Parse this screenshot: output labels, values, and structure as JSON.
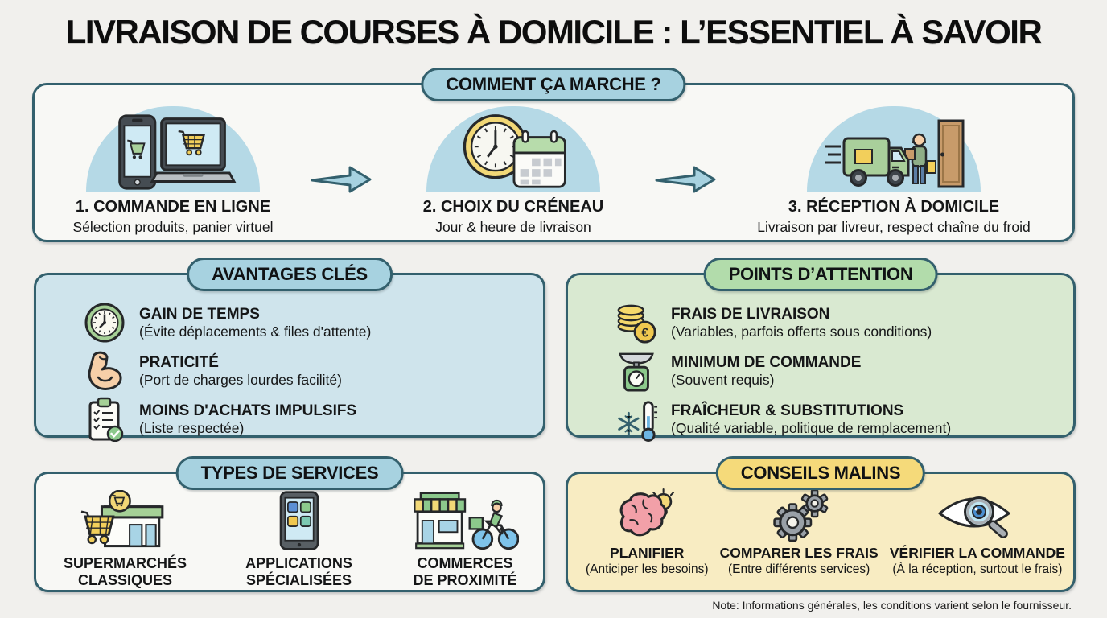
{
  "palette": {
    "ink_border": "#33606d",
    "badge_blue": "#a7d2e0",
    "badge_green": "#b2dcab",
    "badge_yellow": "#f5da7a",
    "panel_blue": "#cfe4ec",
    "panel_green": "#d9e9d1",
    "panel_yellow": "#f8ecc2",
    "panel_white": "#f8f8f5",
    "dome_blue": "#b5d9e6",
    "background": "#f1f0ed"
  },
  "title": "LIVRAISON DE COURSES À DOMICILE : L’ESSENTIEL À SAVOIR",
  "how": {
    "header": "COMMENT ÇA MARCHE ?",
    "steps": [
      {
        "title": "1. COMMANDE EN LIGNE",
        "subtitle": "Sélection produits, panier virtuel",
        "icon": "phone-laptop-cart"
      },
      {
        "title": "2. CHOIX DU CRÉNEAU",
        "subtitle": "Jour & heure de livraison",
        "icon": "clock-calendar"
      },
      {
        "title": "3. RÉCEPTION À DOMICILE",
        "subtitle": "Livraison par livreur, respect chaîne du froid",
        "icon": "delivery-van-door"
      }
    ]
  },
  "advantages": {
    "header": "AVANTAGES CLÉS",
    "items": [
      {
        "title": "GAIN DE TEMPS",
        "subtitle": "(Évite déplacements & files d'attente)",
        "icon": "clock"
      },
      {
        "title": "PRATICITÉ",
        "subtitle": "(Port de charges lourdes facilité)",
        "icon": "muscle-arm"
      },
      {
        "title": "MOINS D'ACHATS IMPULSIFS",
        "subtitle": "(Liste respectée)",
        "icon": "checklist"
      }
    ]
  },
  "attention": {
    "header": "POINTS D’ATTENTION",
    "items": [
      {
        "title": "FRAIS DE LIVRAISON",
        "subtitle": "(Variables, parfois offerts sous conditions)",
        "icon": "euro-coins"
      },
      {
        "title": "MINIMUM DE COMMANDE",
        "subtitle": "(Souvent requis)",
        "icon": "kitchen-scale"
      },
      {
        "title": "FRAÎCHEUR & SUBSTITUTIONS",
        "subtitle": "(Qualité variable, politique de remplacement)",
        "icon": "snowflake-thermometer"
      }
    ]
  },
  "services": {
    "header": "TYPES DE SERVICES",
    "items": [
      {
        "line1": "SUPERMARCHÉS",
        "line2": "CLASSIQUES",
        "icon": "supermarket-cart"
      },
      {
        "line1": "APPLICATIONS",
        "line2": "SPÉCIALISÉES",
        "icon": "tablet-apps"
      },
      {
        "line1": "COMMERCES",
        "line2": "DE PROXIMITÉ",
        "icon": "shop-bike-courier"
      }
    ]
  },
  "tips": {
    "header": "CONSEILS MALINS",
    "items": [
      {
        "title": "PLANIFIER",
        "subtitle": "(Anticiper les besoins)",
        "icon": "brain-lightbulb"
      },
      {
        "title": "COMPARER LES FRAIS",
        "subtitle": "(Entre différents services)",
        "icon": "gears"
      },
      {
        "title": "VÉRIFIER LA COMMANDE",
        "subtitle": "(À la réception, surtout le frais)",
        "icon": "eye-magnifier"
      }
    ]
  },
  "euro_symbol": "€",
  "note": "Note: Informations générales, les conditions varient selon le fournisseur."
}
